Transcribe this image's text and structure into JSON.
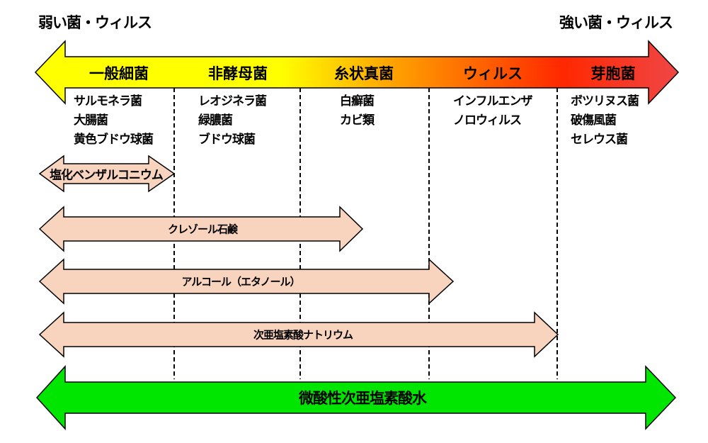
{
  "scale": {
    "weak_label": "弱い菌・ウィルス",
    "strong_label": "強い菌・ウィルス",
    "categories": [
      "一般細菌",
      "非酵母菌",
      "糸状真菌",
      "ウィルス",
      "芽胞菌"
    ]
  },
  "examples": [
    [
      "サルモネラ菌",
      "大腸菌",
      "黄色ブドウ球菌"
    ],
    [
      "レオジネラ菌",
      "緑膿菌",
      "ブドウ球菌"
    ],
    [
      "白癬菌",
      "カビ類"
    ],
    [
      "インフルエンザ",
      "ノロウィルス"
    ],
    [
      "ボツリヌス菌",
      "破傷風菌",
      "セレウス菌"
    ]
  ],
  "disinfectants": [
    {
      "label": "塩化ベンザルコニウム"
    },
    {
      "label": "クレゾール石鹸"
    },
    {
      "label": "アルコール（エタノール）"
    },
    {
      "label": "次亜塩素酸ナトリウム"
    },
    {
      "label": "微酸性次亜塩素酸水"
    }
  ],
  "colors": {
    "gradient_yellow": "#ffff00",
    "gradient_orange": "#ffa500",
    "gradient_red": "#f03c28",
    "range_fill": "#f8d4be",
    "strong_fill": "#00e600"
  }
}
